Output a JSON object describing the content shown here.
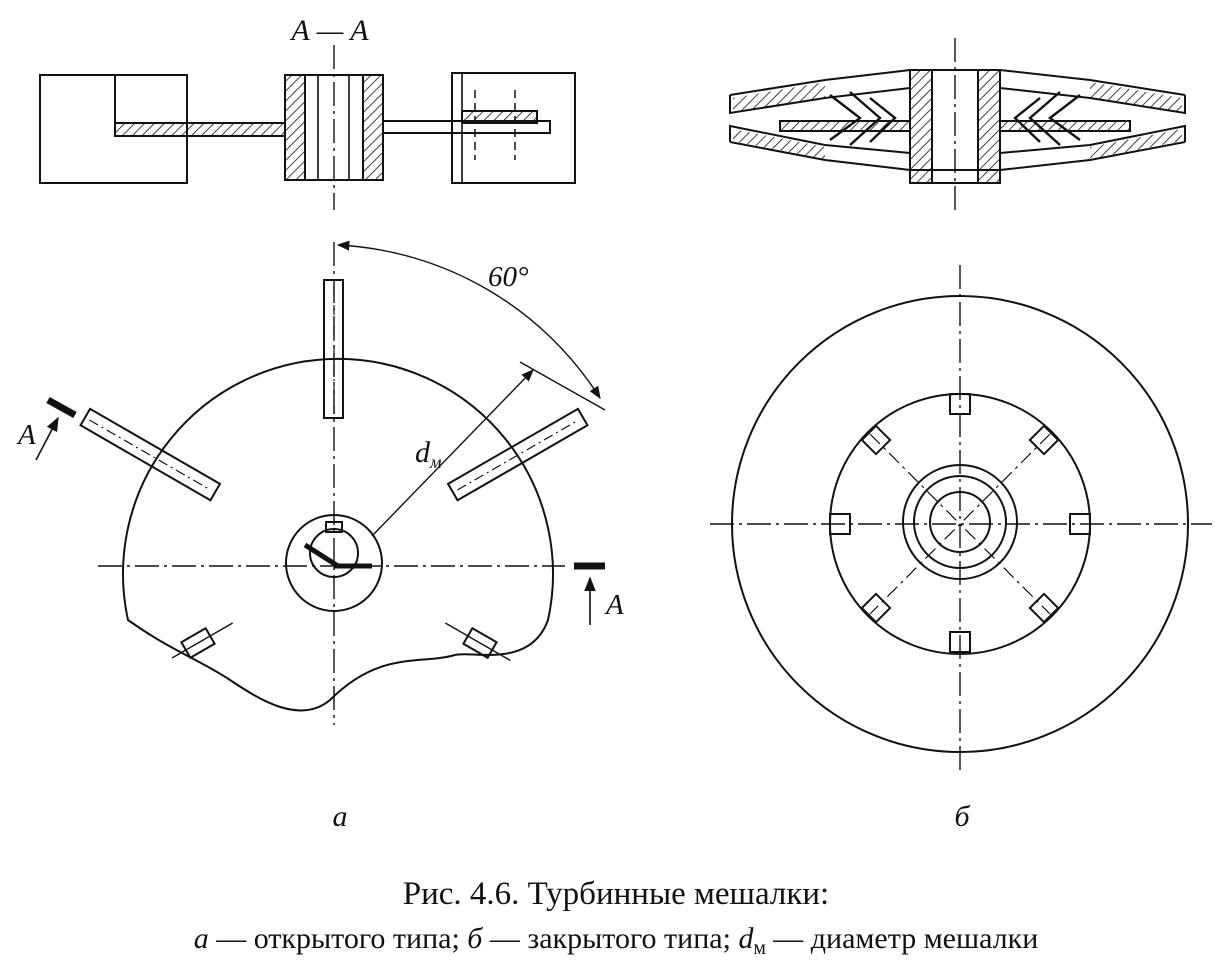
{
  "figure": {
    "section_label": "A — A",
    "angle_label": "60°",
    "diameter_symbol": "d",
    "diameter_subscript": "м",
    "section_marker_left": "A",
    "section_marker_right": "A",
    "panel_a_label": "a",
    "panel_b_label": "б"
  },
  "caption": {
    "title": "Рис. 4.6. Турбинные мешалки:",
    "part_a_symbol": "a",
    "part_a_text": " — открытого типа; ",
    "part_b_symbol": "б",
    "part_b_text": " — закрытого типа; ",
    "d_symbol": "d",
    "d_subscript": "м",
    "d_text": " — диаметр мешалки"
  },
  "colors": {
    "ink": "#111111",
    "background": "#ffffff"
  }
}
